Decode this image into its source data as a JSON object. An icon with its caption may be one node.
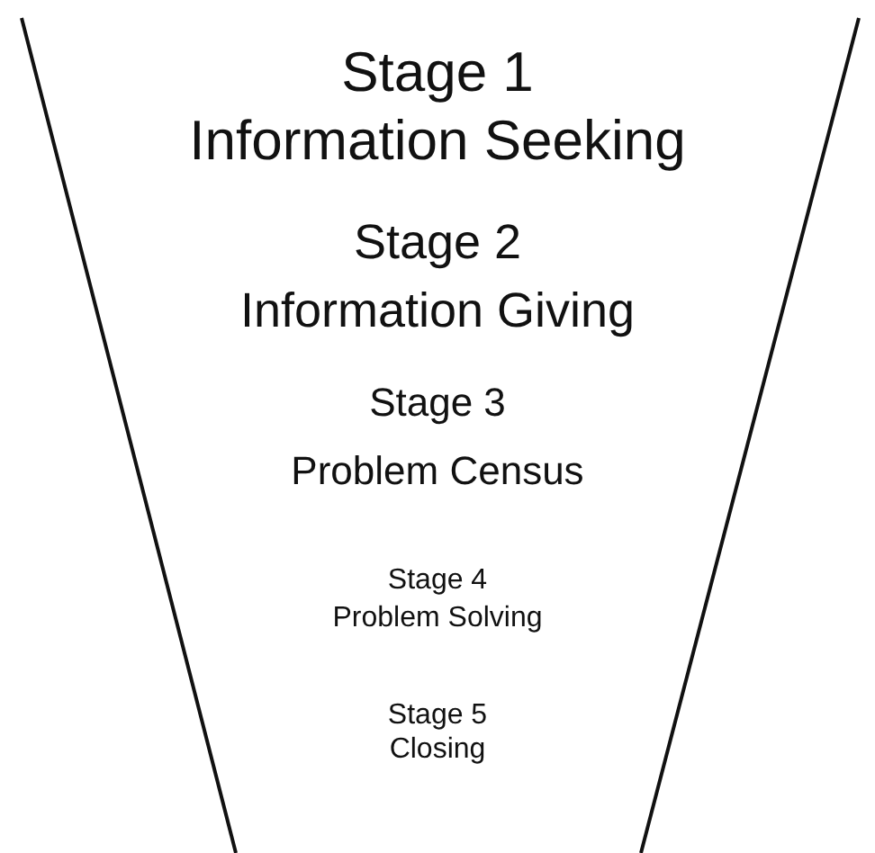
{
  "diagram": {
    "labels": [
      "Stage 1",
      "Information Seeking",
      "Stage 2",
      "Information Giving",
      "Stage 3",
      "Problem Census",
      "Stage 4",
      "Problem Solving",
      "Stage 5",
      "Closing"
    ]
  }
}
